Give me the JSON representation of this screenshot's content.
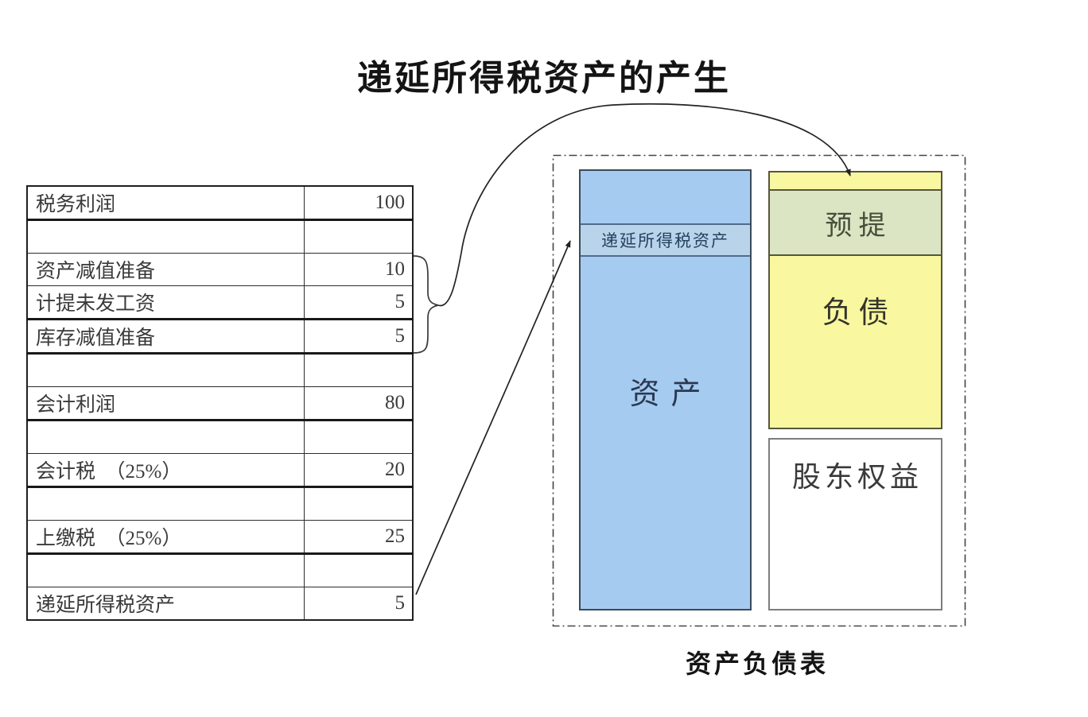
{
  "title": "递延所得税资产的产生",
  "table": {
    "rows": [
      {
        "label": "税务利润",
        "value": "100"
      },
      {
        "label": "",
        "value": ""
      },
      {
        "label": "资产减值准备",
        "value": "10"
      },
      {
        "label": "计提未发工资",
        "value": "5"
      },
      {
        "label": "库存减值准备",
        "value": "5"
      },
      {
        "label": "",
        "value": ""
      },
      {
        "label": "会计利润",
        "value": "80"
      },
      {
        "label": "",
        "value": ""
      },
      {
        "label": "会计税　（25%）",
        "value": "20"
      },
      {
        "label": "",
        "value": ""
      },
      {
        "label": "上缴税　（25%）",
        "value": "25"
      },
      {
        "label": "",
        "value": ""
      },
      {
        "label": "递延所得税资产",
        "value": "5"
      }
    ]
  },
  "balance_sheet": {
    "caption": "资产负债表",
    "assets_label": "资产",
    "deferred_band_label": "递延所得税资产",
    "accrual_label": "预提",
    "liabilities_label": "负债",
    "equity_label": "股东权益"
  },
  "colors": {
    "asset_blue": "#a6cbf1",
    "deferred_band_blue": "#b9d3ea",
    "liability_yellow": "#f9f7a0",
    "accrual_green": "#dce5c3",
    "block_border_dark": "#3c4a58",
    "liability_border_olive": "#56563c",
    "equity_border_gray": "#7d7d7d",
    "line_black": "#222222"
  }
}
